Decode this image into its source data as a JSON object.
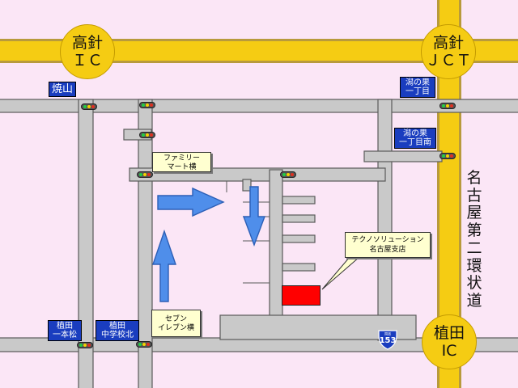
{
  "colors": {
    "background": "#FBE6F6",
    "expressway": "#F5CC13",
    "road": "#C9C9C9",
    "sign": "#1A3DBF",
    "destination": "#FF0000",
    "arrow": "#4F8EEA"
  },
  "interchanges": {
    "takabari_ic": {
      "line1": "高針",
      "line2": "ＩＣ"
    },
    "takabari_jct": {
      "line1": "高針",
      "line2": "ＪＣＴ"
    },
    "ueda_ic": {
      "line1": "植田",
      "line2": "IC"
    }
  },
  "area_labels": {
    "yakeyama": "焼山"
  },
  "signs": {
    "shiofumi": {
      "line1": "潟の果",
      "line2": "一丁目"
    },
    "shiofumi_minami": {
      "line1": "潟の果",
      "line2": "一丁目南"
    },
    "ueda_ipponmatsu": {
      "line1": "植田",
      "line2": "一本松"
    },
    "ueda_chugakko": {
      "line1": "植田",
      "line2": "中学校北"
    }
  },
  "landmarks": {
    "familymart": {
      "line1": "ファミリー",
      "line2": "マート横"
    },
    "seveneleven": {
      "line1": "セブン",
      "line2": "イレブン横"
    }
  },
  "destination": {
    "line1": "テクノソリューション",
    "line2": "名古屋支店"
  },
  "expressway_label": [
    "名",
    "古",
    "屋",
    "第",
    "二",
    "環",
    "状",
    "道"
  ],
  "route": {
    "number": "153",
    "label": "国道"
  }
}
